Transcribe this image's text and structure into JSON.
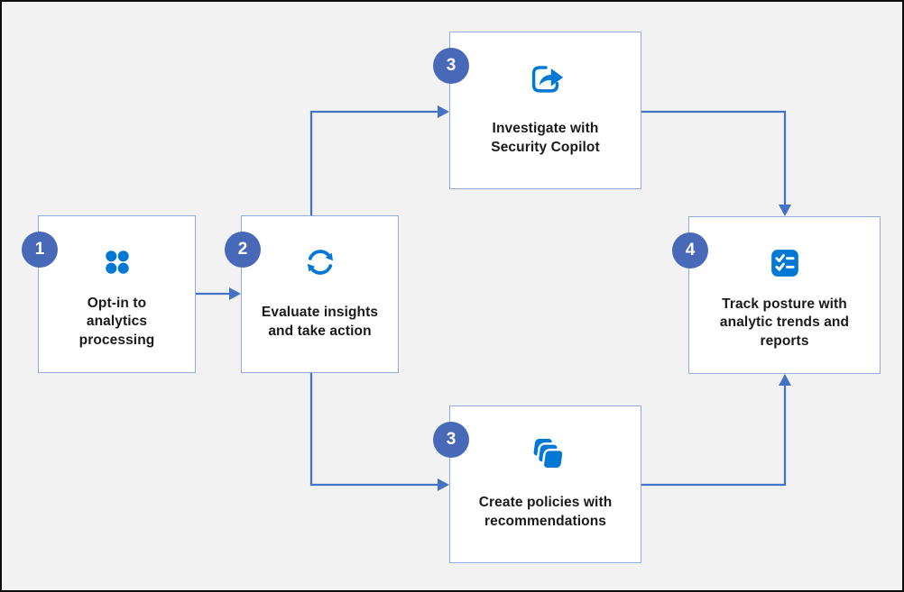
{
  "diagram": {
    "type": "flowchart",
    "colors": {
      "background": "#f2f2f2",
      "outer_border": "#0d0d0d",
      "card_background": "#ffffff",
      "card_border": "#8faadc",
      "connector": "#4472c4",
      "badge": "#4868b8",
      "badge_text": "#ffffff",
      "icon_accent": "#0078d4",
      "label_text": "#1a1a1a"
    },
    "steps": [
      {
        "number": "1",
        "label": "Opt-in to analytics processing",
        "label_lines": [
          "Opt-in to",
          "analytics",
          "processing"
        ],
        "icon": "dots-grid-icon"
      },
      {
        "number": "2",
        "label": "Evaluate insights and take action",
        "label_lines": [
          "Evaluate insights",
          "and take action"
        ],
        "icon": "sync-arrows-icon"
      },
      {
        "number": "3",
        "label": "Investigate with Security Copilot",
        "label_lines": [
          "Investigate with",
          "Security Copilot"
        ],
        "icon": "share-arrow-icon"
      },
      {
        "number": "3",
        "label": "Create policies with recommendations",
        "label_lines": [
          "Create policies with",
          "recommendations"
        ],
        "icon": "stacked-squares-icon"
      },
      {
        "number": "4",
        "label": "Track posture with analytic trends and reports",
        "label_lines": [
          "Track posture with",
          "analytic trends and",
          "reports"
        ],
        "icon": "checklist-icon"
      }
    ],
    "flow": [
      {
        "from": "Opt-in to analytics processing",
        "to": "Evaluate insights and take action"
      },
      {
        "from": "Evaluate insights and take action",
        "to": "Investigate with Security Copilot"
      },
      {
        "from": "Evaluate insights and take action",
        "to": "Create policies with recommendations"
      },
      {
        "from": "Investigate with Security Copilot",
        "to": "Track posture with analytic trends and reports"
      },
      {
        "from": "Create policies with recommendations",
        "to": "Track posture with analytic trends and reports"
      }
    ]
  }
}
